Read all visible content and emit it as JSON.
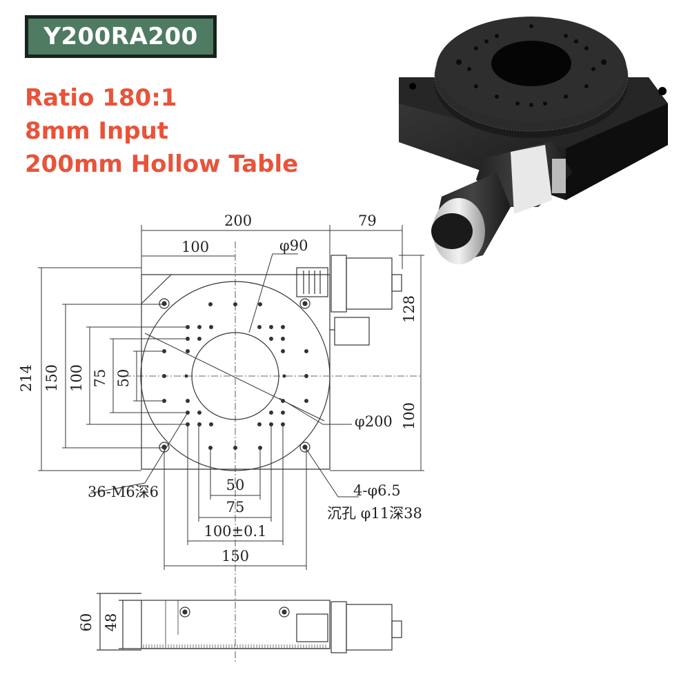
{
  "model": "Y200RA200",
  "specs": [
    "Ratio 180:1",
    "8mm Input",
    "200mm Hollow Table"
  ],
  "colors": {
    "badge": "#4e7b61",
    "spec_text": "#e8533a",
    "line": "#333333"
  },
  "dimensions": {
    "top_width": "200",
    "motor_length": "79",
    "half_width": "100",
    "hollow_dia": "φ90",
    "total_height": "214",
    "v150": "150",
    "v100": "100",
    "v75": "75",
    "v50": "50",
    "motor_offset": "128",
    "table_dia": "φ200",
    "lower_100": "100",
    "thread_note": "36-M6深6",
    "mount_holes": "4-φ6.5",
    "counterbore": "沉孔 φ11深38",
    "h50": "50",
    "h75": "75",
    "h100": "100±0.1",
    "h150": "150",
    "side_total": "60",
    "side_body": "48"
  }
}
